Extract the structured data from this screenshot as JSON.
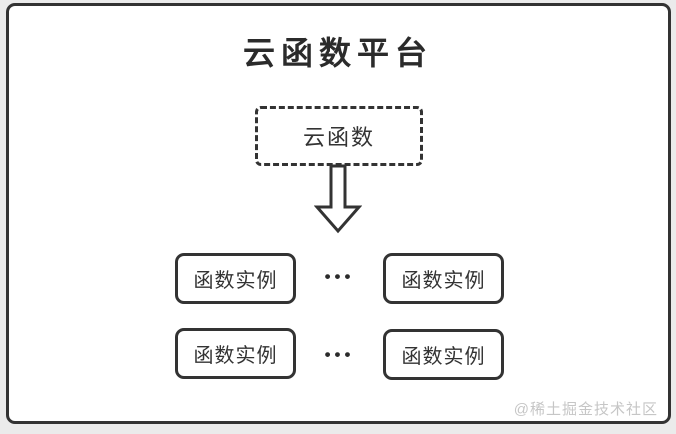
{
  "diagram": {
    "title": "云函数平台",
    "cloud_function_node": {
      "label": "云函数"
    },
    "arrow": {
      "direction": "down",
      "style": "hollow-outline"
    },
    "instance_rows": [
      {
        "left": "函数实例",
        "ellipsis": "•••",
        "right": "函数实例"
      },
      {
        "left": "函数实例",
        "ellipsis": "•••",
        "right": "函数实例"
      }
    ],
    "watermark": "@稀土掘金技术社区"
  },
  "colors": {
    "border": "#333333",
    "text": "#333333",
    "title": "#2b2b2b",
    "background": "#ffffff",
    "page_background": "#ebebeb",
    "watermark": "#c6c6c6"
  }
}
